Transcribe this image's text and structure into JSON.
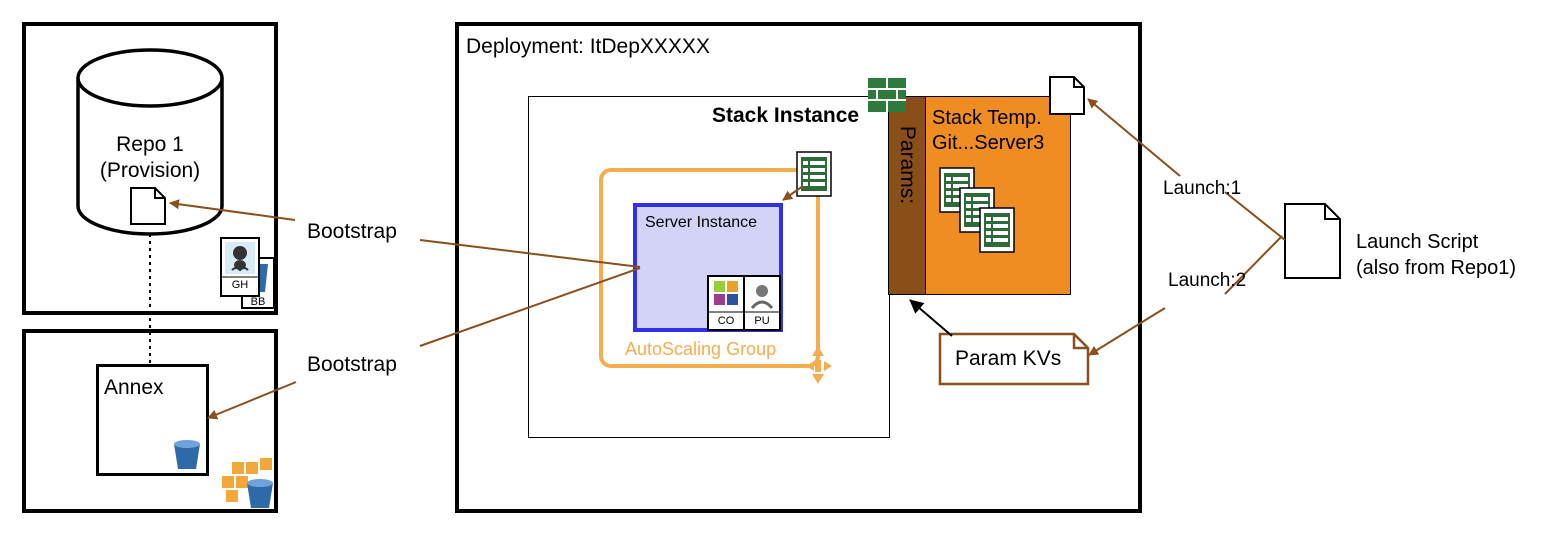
{
  "repo": {
    "title": "Repo 1",
    "subtitle": "(Provision)"
  },
  "badges": {
    "github": "GH",
    "bitbucket": "BB",
    "centos": "CO",
    "puppet": "PU"
  },
  "annex": {
    "title": "Annex"
  },
  "deployment": {
    "title": "Deployment: ItDepXXXXX"
  },
  "stack_instance": {
    "title": "Stack Instance"
  },
  "server_instance": {
    "title": "Server Instance"
  },
  "autoscaling": {
    "label": "AutoScaling Group"
  },
  "params": {
    "label": "Params:"
  },
  "stack_template": {
    "line1": "Stack Temp.",
    "line2": "Git...Server3"
  },
  "param_kvs": {
    "label": "Param KVs"
  },
  "launch_script": {
    "line1": "Launch Script",
    "line2": "(also from Repo1)"
  },
  "arrows": {
    "bootstrap1": "Bootstrap",
    "bootstrap2": "Bootstrap",
    "launch1": "Launch:1",
    "launch2": "Launch:2"
  },
  "colors": {
    "brown": "#8b4f1c",
    "orange": "#ef8c22",
    "params_brown": "#8a4e19",
    "server_blue": "#3131e8",
    "server_fill": "#d3d3f7",
    "autoscale_orange": "#f5ad4e",
    "bucket_blue": "#2f6aa8",
    "sheet_green": "#2e6b3a"
  }
}
